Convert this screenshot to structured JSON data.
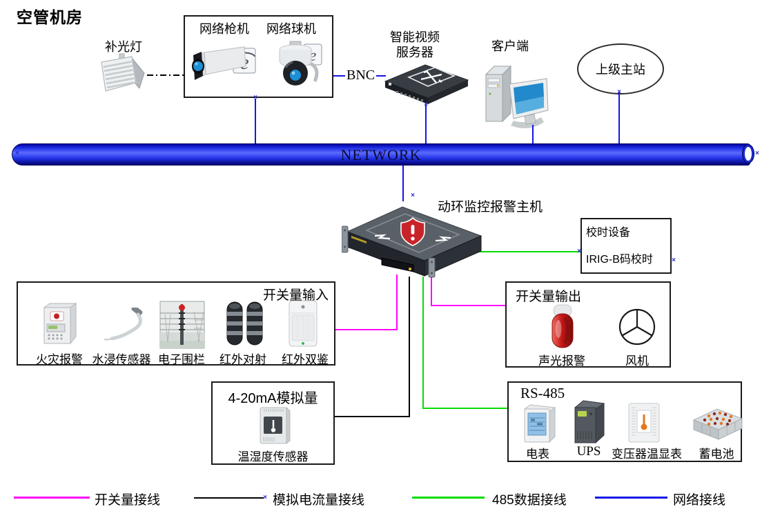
{
  "title": "空管机房",
  "network": {
    "bus_label": "NETWORK",
    "bnc_label": "BNC"
  },
  "nodes": {
    "fill_light": {
      "label": "补光灯"
    },
    "camera_box": {
      "bullet_label": "网络枪机",
      "dome_label": "网络球机"
    },
    "video_server": {
      "label_line1": "智能视频",
      "label_line2": "服务器"
    },
    "client": {
      "label": "客户端"
    },
    "master_station": {
      "label": "上级主站"
    },
    "host": {
      "label": "动环监控报警主机"
    },
    "timing": {
      "line1": "校时设备",
      "line2": "IRIG-B码校时"
    }
  },
  "boxes": {
    "di": {
      "title": "开关量输入",
      "items": [
        "火灾报警",
        "水浸传感器",
        "电子围栏",
        "红外对射",
        "红外双鉴"
      ]
    },
    "do": {
      "title": "开关量输出",
      "items": [
        "声光报警",
        "风机"
      ]
    },
    "analog": {
      "title": "4-20mA模拟量",
      "items": [
        "温湿度传感器"
      ]
    },
    "rs485": {
      "title": "RS-485",
      "items": [
        "电表",
        "UPS",
        "变压器温显表",
        "蓄电池"
      ]
    }
  },
  "legend": [
    {
      "label": "开关量接线",
      "color": "#FF00FF"
    },
    {
      "label": "模拟电流量接线",
      "color": "#000000"
    },
    {
      "label": "485数据接线",
      "color": "#00DD00"
    },
    {
      "label": "网络接线",
      "color": "#1414E6"
    }
  ],
  "colors": {
    "switch_line": "#FF00FF",
    "analog_line": "#000000",
    "rs485_line": "#00DD00",
    "network_line": "#1414E6",
    "bus_fill": "#2233E8",
    "alarm_shield": "#C9232A",
    "lens_blue": "#1D8FD6"
  }
}
